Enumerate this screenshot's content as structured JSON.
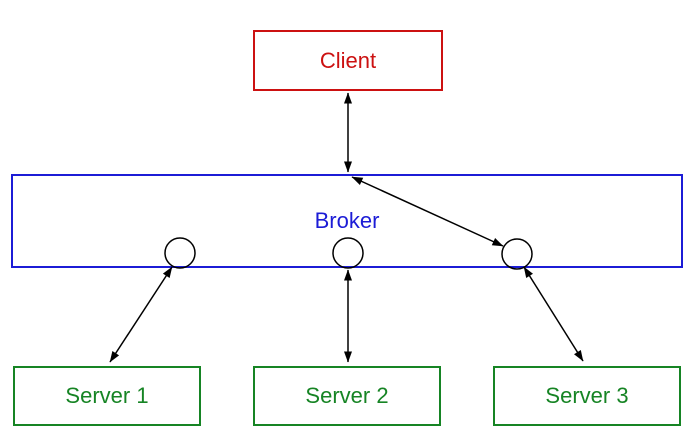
{
  "colors": {
    "client": "#cc1111",
    "broker": "#1c1cd6",
    "server": "#168424",
    "connector": "#000000",
    "background": "#ffffff"
  },
  "nodes": {
    "client": {
      "label": "Client"
    },
    "broker": {
      "label": "Broker"
    },
    "server1": {
      "label": "Server 1"
    },
    "server2": {
      "label": "Server 2"
    },
    "server3": {
      "label": "Server 3"
    }
  },
  "ports": {
    "shape": "circle",
    "count": 3,
    "location": "bottom edge of Broker box"
  },
  "edges": [
    {
      "from": "Client",
      "to": "Broker",
      "style": "double-headed-arrow"
    },
    {
      "from": "Broker",
      "to": "Broker port 3",
      "style": "double-headed-arrow"
    },
    {
      "from": "Broker port 1",
      "to": "Server 1",
      "style": "double-headed-arrow"
    },
    {
      "from": "Broker port 2",
      "to": "Server 2",
      "style": "double-headed-arrow"
    },
    {
      "from": "Broker port 3",
      "to": "Server 3",
      "style": "double-headed-arrow"
    }
  ]
}
